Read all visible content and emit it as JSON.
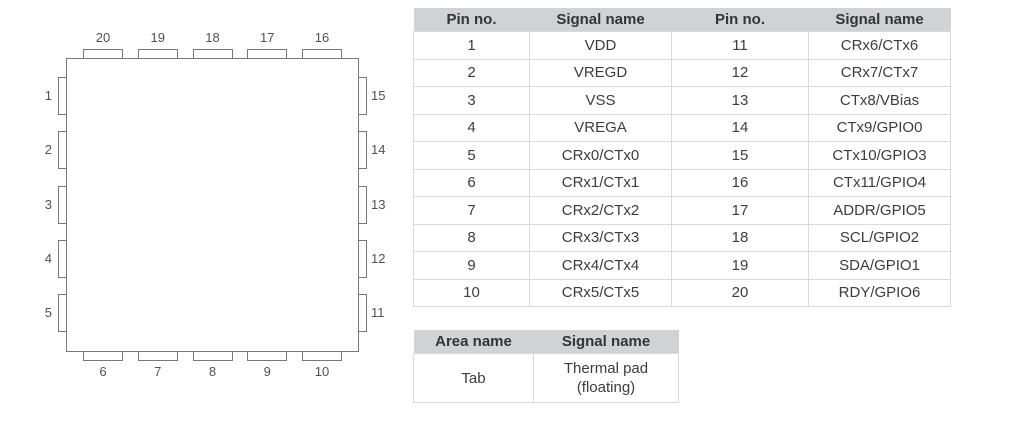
{
  "diagram": {
    "pins": {
      "top": [
        "20",
        "19",
        "18",
        "17",
        "16"
      ],
      "left": [
        "1",
        "2",
        "3",
        "4",
        "5"
      ],
      "right": [
        "15",
        "14",
        "13",
        "12",
        "11"
      ],
      "bottom": [
        "6",
        "7",
        "8",
        "9",
        "10"
      ]
    }
  },
  "pin_table": {
    "headers": [
      "Pin no.",
      "Signal name",
      "Pin no.",
      "Signal name"
    ],
    "rows": [
      [
        "1",
        "VDD",
        "11",
        "CRx6/CTx6"
      ],
      [
        "2",
        "VREGD",
        "12",
        "CRx7/CTx7"
      ],
      [
        "3",
        "VSS",
        "13",
        "CTx8/VBias"
      ],
      [
        "4",
        "VREGA",
        "14",
        "CTx9/GPIO0"
      ],
      [
        "5",
        "CRx0/CTx0",
        "15",
        "CTx10/GPIO3"
      ],
      [
        "6",
        "CRx1/CTx1",
        "16",
        "CTx11/GPIO4"
      ],
      [
        "7",
        "CRx2/CTx2",
        "17",
        "ADDR/GPIO5"
      ],
      [
        "8",
        "CRx3/CTx3",
        "18",
        "SCL/GPIO2"
      ],
      [
        "9",
        "CRx4/CTx4",
        "19",
        "SDA/GPIO1"
      ],
      [
        "10",
        "CRx5/CTx5",
        "20",
        "RDY/GPIO6"
      ]
    ]
  },
  "area_table": {
    "headers": [
      "Area name",
      "Signal name"
    ],
    "rows": [
      [
        "Tab",
        "Thermal pad\n(floating)"
      ]
    ]
  },
  "colors": {
    "header_bg": "#d1d2d3",
    "header_text": "#333436",
    "cell_text": "#3c3d3f",
    "grid_line": "#d9dadb",
    "outline": "#77787b",
    "pin_label_text": "#515256"
  }
}
